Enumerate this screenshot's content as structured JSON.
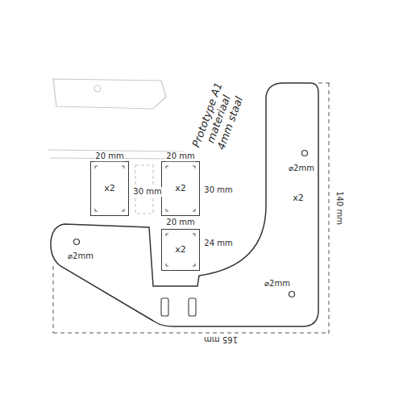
{
  "diagram": {
    "nodes": [
      {
        "text": [
          "x2"
        ]
      },
      {
        "text": [
          "x2"
        ]
      },
      {
        "text": [
          "x2"
        ]
      },
      {
        "text": [
          "x2"
        ]
      }
    ],
    "labels": [
      "20 mm",
      "30 mm",
      "20 mm",
      "30 mm",
      "20 mm",
      "24 mm",
      "⌀2mm",
      "⌀2mm",
      "⌀2mm",
      "140 mm",
      "165 mm",
      "Prototype A1 materiaal 4mm staal"
    ]
  }
}
